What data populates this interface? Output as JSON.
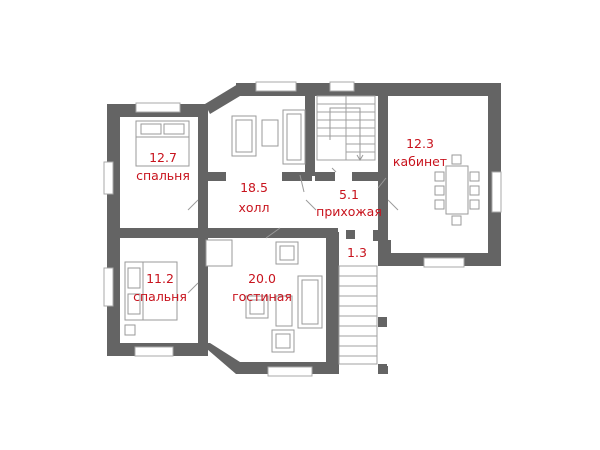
{
  "label_color": "#c8141e",
  "wall_color": "#646464",
  "rooms": [
    {
      "id": "bedroom-1",
      "area": "12.7",
      "name": "спальня"
    },
    {
      "id": "hall",
      "area": "18.5",
      "name": "холл"
    },
    {
      "id": "entrance",
      "area": "5.1",
      "name": "прихожая"
    },
    {
      "id": "study",
      "area": "12.3",
      "name": "кабинет"
    },
    {
      "id": "bedroom-2",
      "area": "11.2",
      "name": "спальня"
    },
    {
      "id": "living",
      "area": "20.0",
      "name": "гостиная"
    },
    {
      "id": "vestibule",
      "area": "1.3",
      "name": ""
    }
  ]
}
